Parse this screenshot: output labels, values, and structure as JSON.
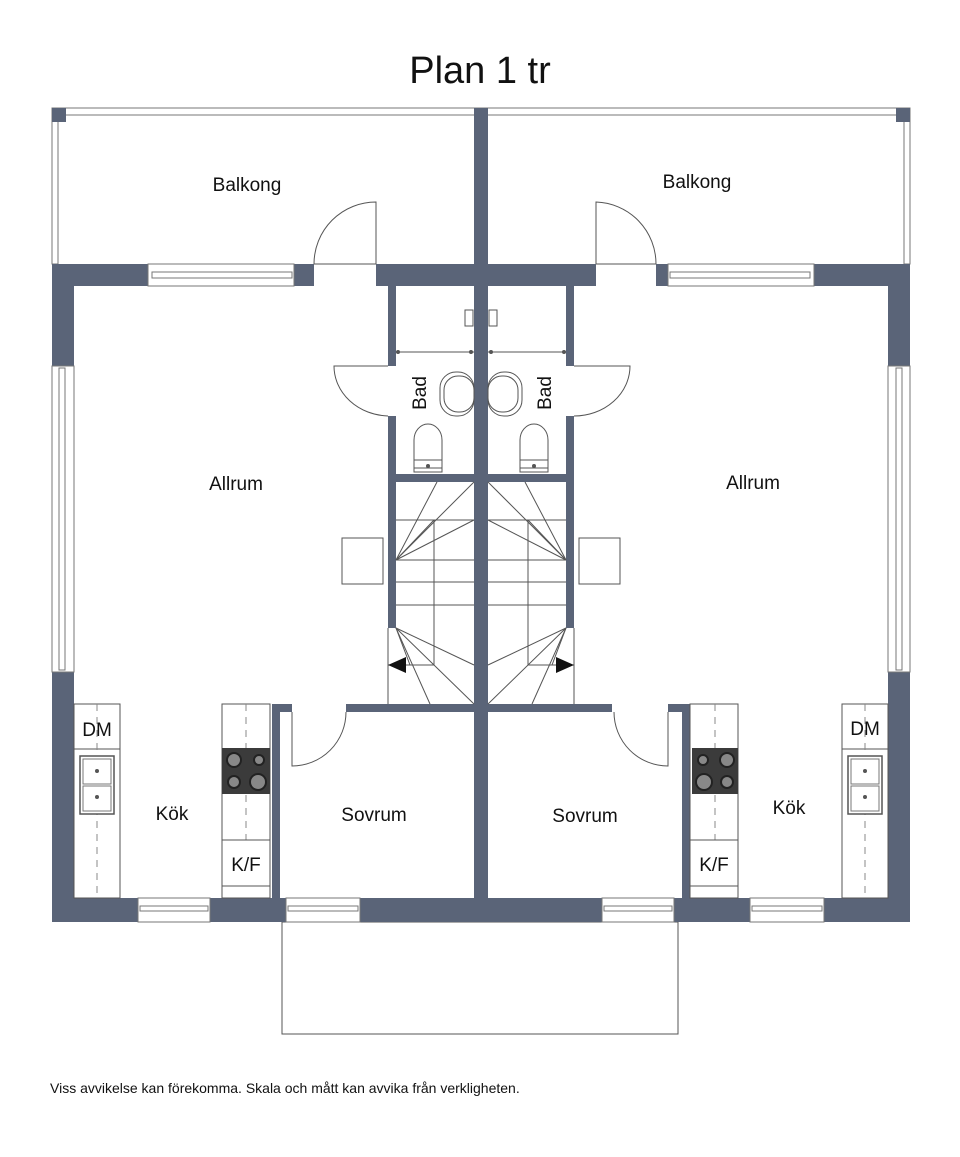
{
  "title": "Plan 1 tr",
  "footer_note": "Viss avvikelse kan förekomma. Skala och mått kan avvika från verkligheten.",
  "colors": {
    "wall": "#5a6478",
    "line": "#555555",
    "background": "#ffffff"
  },
  "rooms": {
    "left": {
      "balcony": "Balkong",
      "living": "Allrum",
      "bathroom": "Bad",
      "kitchen": "Kök",
      "bedroom": "Sovrum",
      "dishwasher": "DM",
      "fridge_freezer": "K/F"
    },
    "right": {
      "balcony": "Balkong",
      "living": "Allrum",
      "bathroom": "Bad",
      "kitchen": "Kök",
      "bedroom": "Sovrum",
      "dishwasher": "DM",
      "fridge_freezer": "K/F"
    }
  }
}
